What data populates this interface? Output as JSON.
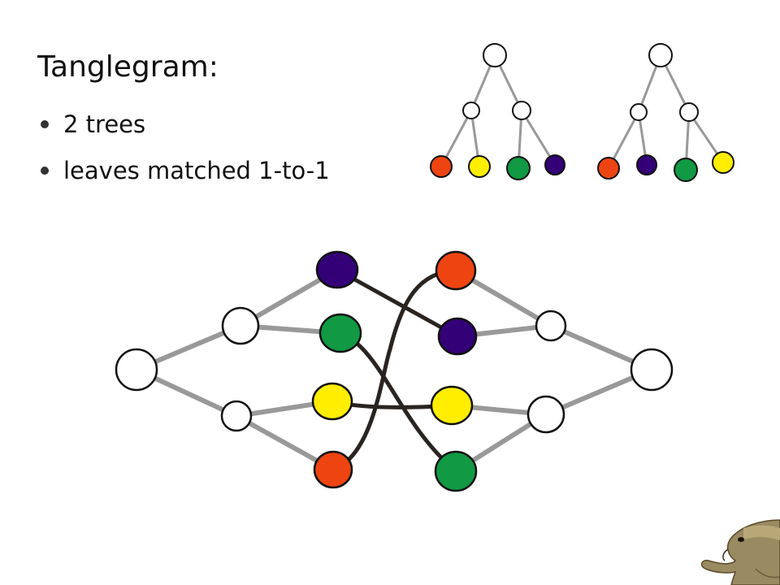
{
  "slide": {
    "title": "Tanglegram:",
    "bullets": [
      "2 trees",
      "leaves matched 1-to-1"
    ]
  },
  "colors": {
    "red": "#ee4411",
    "yellow": "#ffee00",
    "green": "#119944",
    "purple": "#330077",
    "tree_edge": "#999999",
    "tangle_edge": "#2a2420"
  },
  "icons": [
    "mammal-mascot-icon"
  ]
}
